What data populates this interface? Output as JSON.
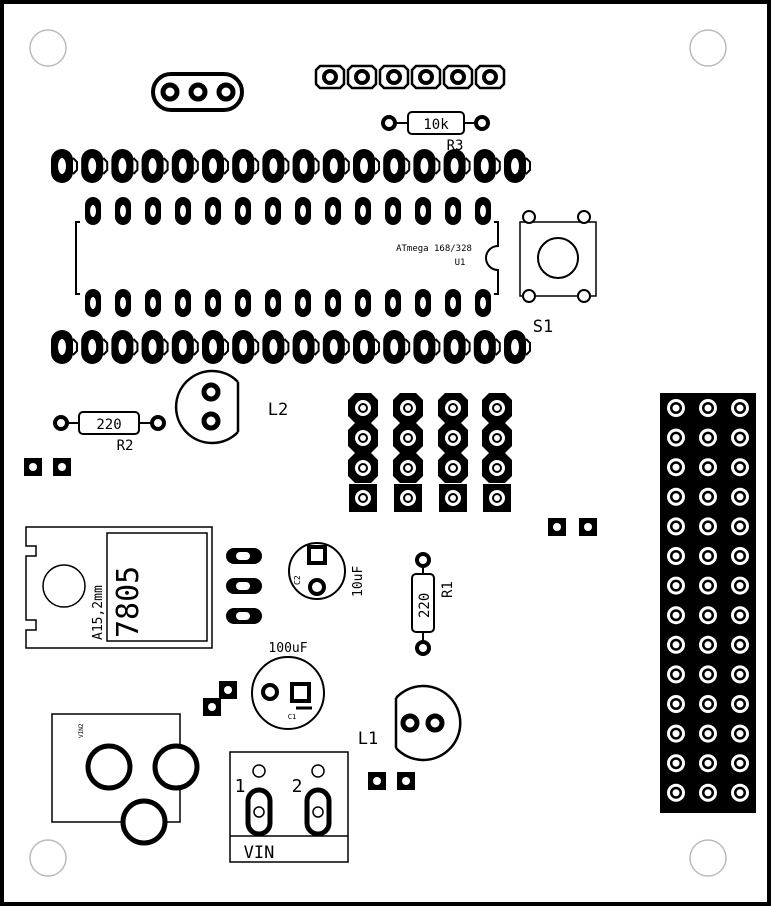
{
  "board": {
    "labels": {
      "r3_value": "10k",
      "r3_name": "R3",
      "u1_part": "ATmega 168/328",
      "u1_name": "U1",
      "s1_name": "S1",
      "r2_value": "220",
      "r2_name": "R2",
      "l2_name": "L2",
      "vreg_part": "7805",
      "vreg_size": "A15,2mm",
      "c2_name": "C2",
      "c2_value": "10uF",
      "r1_value": "220",
      "r1_name": "R1",
      "c1_value": "100uF",
      "c1_name": "C1",
      "l1_name": "L1",
      "vin_name": "VIN2",
      "terminal_pin1": "1",
      "terminal_pin2": "2",
      "terminal_name": "VIN"
    }
  }
}
